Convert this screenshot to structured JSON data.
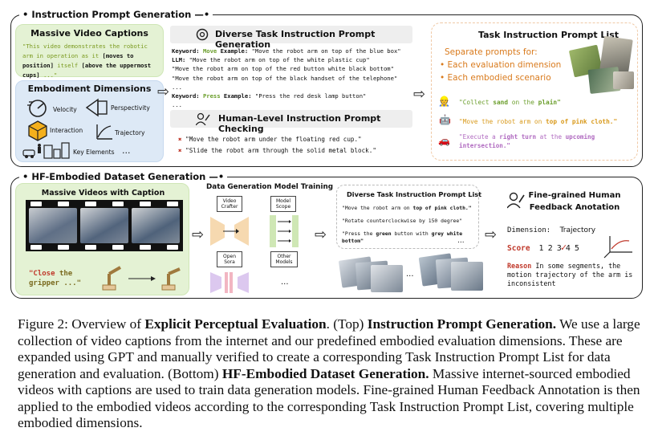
{
  "top": {
    "title": "Instruction Prompt Generation",
    "captions": {
      "title": "Massive Video Captions",
      "text_a": "\"This video demonstrates the robotic arm in operation as it",
      "text_b": "[moves to position]",
      "text_c": "itself",
      "text_d": "[above the uppermost cups]",
      "text_e": "...\""
    },
    "embodiment": {
      "title": "Embodiment Dimensions",
      "dims": [
        "Velocity",
        "Perspectivity",
        "Interaction",
        "Trajectory",
        "Key Elements",
        "..."
      ]
    },
    "gen": {
      "title": "Diverse Task Instruction Prompt Generation",
      "l1_a": "Keyword:",
      "l1_b": "Move",
      "l1_c": "Example:",
      "l1_d": "\"Move the robot arm on top of the blue box\"",
      "l2_a": "LLM:",
      "l2_b": "\"Move the robot arm on top of the white plastic cup\"",
      "l3": "\"Move the robot arm on top of the red button  white black bottom\"",
      "l4": "\"Move the robot arm on top of the black handset of the telephone\"",
      "l5": "...",
      "l6_a": "Keyword:",
      "l6_b": "Press",
      "l6_c": "Example:",
      "l6_d": "\"Press the  red desk lamp button\"",
      "l7": "..."
    },
    "check": {
      "title": "Human-Level Instruction Prompt Checking",
      "items": [
        "\"Move the robot arm under the floating red cup.\"",
        "\"Slide the robot arm through the solid metal block.\""
      ]
    },
    "list": {
      "title": "Task Instruction Prompt List",
      "sep": "Separate prompts for:",
      "b1": "Each evaluation dimension",
      "b2": "Each embodied scenario",
      "p1_a": "\"Collect",
      "p1_b": "sand",
      "p1_c": "on the",
      "p1_d": "plain\"",
      "p2_a": "\"Move the robot arm on",
      "p2_b": "top of pink cloth.\"",
      "p3_a": "\"Execute a",
      "p3_b": "right turn",
      "p3_c": "at the",
      "p3_d": "upcoming intersection.\""
    }
  },
  "bottom": {
    "title": "HF-Embodied Dataset Generation",
    "videos": {
      "title": "Massive Videos with Caption",
      "cap_a": "\"Close",
      "cap_b": "the gripper ...\""
    },
    "training": {
      "title": "Data Generation Model Training",
      "models": [
        "Video Crafter",
        "Model Scope",
        "Open Sora",
        "Other Models"
      ],
      "more": "..."
    },
    "plist": {
      "title": "Diverse Task Instruction Prompt List",
      "p1_a": "\"Move the robot arm on",
      "p1_b": "top of pink cloth.\"",
      "p2": "\"Rotate counterclockwise by 150 degree\"",
      "p3_a": "\"Press the",
      "p3_b": "green",
      "p3_c": "button with",
      "p3_d": "grey white bottom\"",
      "more": "...",
      "dots": "..."
    },
    "feedback": {
      "title": "Fine-grained Human Feedback Anotation",
      "dim_label": "Dimension:",
      "dim_value": "Trajectory",
      "score_label": "Score",
      "scores": "1 2 3 4 5",
      "reason_label": "Reason",
      "reason": "In some segments, the motion trajectory of the arm is inconsistent"
    }
  },
  "caption": {
    "p1": "Figure 2: Overview of ",
    "b1": "Explicit Perceptual Evaluation",
    "p2": ". (Top) ",
    "b2": "Instruction Prompt Generation.",
    "p3": " We use a large collection of video captions from the internet and our predefined embodied evaluation dimensions. These are expanded using GPT and manually verified to create a corresponding Task Instruction Prompt List for data generation and evaluation. (Bottom) ",
    "b3": "HF-Embodied Dataset Generation.",
    "p4": " Massive internet-sourced embodied videos with captions are used to train data generation models. Fine-grained Human Feedback Annotation is then applied to the embodied videos according to the corresponding Task Instruction Prompt List, covering multiple embodied dimensions."
  },
  "colors": {
    "accent_orange": "#d97a1c",
    "accent_green": "#6b9e2c",
    "accent_red": "#c0392b"
  }
}
